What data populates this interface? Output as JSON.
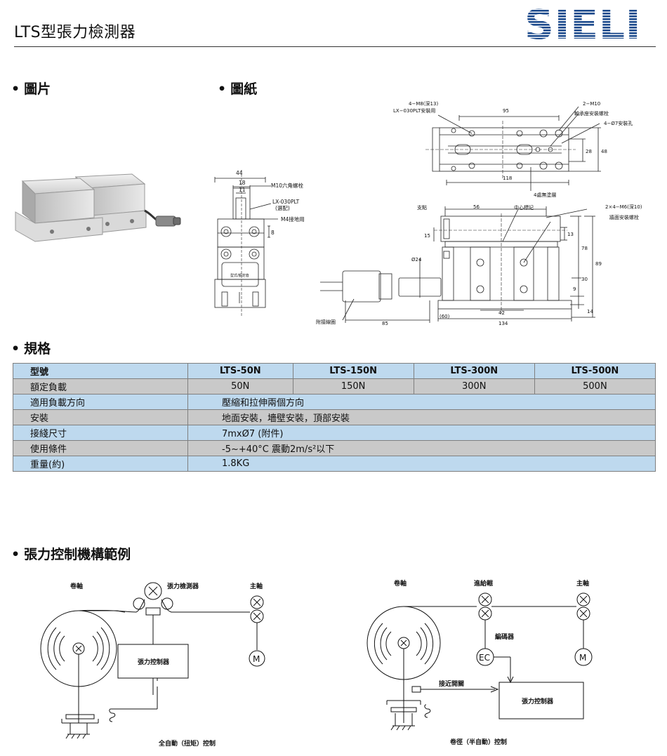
{
  "header": {
    "title": "LTS型張力檢測器",
    "logo_text": "SIELI"
  },
  "sections": {
    "photo": "圖片",
    "drawing": "圖紙",
    "spec": "規格",
    "mechanism": "張力控制機構範例"
  },
  "bullet": "•",
  "drawing_front": {
    "dim_44": "44",
    "dim_18": "18",
    "dim_11": "11",
    "dim_8": "8",
    "m10_bolt": "M10六角螺栓",
    "lx_030plt": "LX-030PLT",
    "lx_note": "(選配)",
    "m4_ground": "M4接地用",
    "plate_label": "型式/額定值",
    "cable_label": "附接線圈"
  },
  "drawing_top": {
    "m8": "4−M8(深13)",
    "lx_mount": "LX−030PLT安裝用",
    "dim_95": "95",
    "m10_2": "2−M10",
    "bearing_bolt": "軸承座安裝螺栓",
    "hole7": "4−Ø7安裝孔",
    "dim_28": "28",
    "dim_48": "48",
    "dim_118": "118",
    "no_coating": "4處無塗層"
  },
  "drawing_side": {
    "fulcrum": "支點",
    "dim_56": "56",
    "center_mark": "中心標記",
    "m6": "2×4−M6(深10)",
    "wall_bolt": "牆面安裝螺栓",
    "dim_15": "15",
    "dim_13": "13",
    "dim_78": "78",
    "dim_89": "89",
    "dim_24": "Ø24",
    "dim_30": "30",
    "dim_9": "9",
    "dim_14": "14",
    "dim_60": "(60)",
    "dim_42": "42",
    "dim_85": "85",
    "dim_134": "134"
  },
  "spec_table": {
    "header": [
      "型號",
      "LTS-50N",
      "LTS-150N",
      "LTS-300N",
      "LTS-500N"
    ],
    "rated_load": {
      "label": "額定負載",
      "values": [
        "50N",
        "150N",
        "300N",
        "500N"
      ]
    },
    "rows": [
      {
        "label": "適用負載方向",
        "value": "壓縮和拉伸兩個方向"
      },
      {
        "label": "安裝",
        "value": "地面安裝，墻壁安裝，頂部安裝"
      },
      {
        "label": "接綫尺寸",
        "value": "7mxØ7 (附件)"
      },
      {
        "label": "使用條件",
        "value": "-5~+40°C 震動2m/s²以下"
      },
      {
        "label": "重量(約)",
        "value": "1.8KG"
      }
    ],
    "colors": {
      "blue": "#bed9ee",
      "grey": "#c9c9c9"
    }
  },
  "diagram_left": {
    "winding_shaft": "卷軸",
    "tension_detector": "張力檢測器",
    "main_shaft": "主軸",
    "controller": "張力控制器",
    "motor": "M",
    "caption": "全自動（扭矩）控制"
  },
  "diagram_right": {
    "winding_shaft": "卷軸",
    "feed_roller": "進給輥",
    "main_shaft": "主軸",
    "encoder": "編碼器",
    "encoder_symbol": "EC",
    "motor": "M",
    "proximity_switch": "接近開關",
    "controller": "張力控制器",
    "caption": "卷徑（半自動）控制"
  },
  "colors": {
    "logo_blue": "#1c4a8c",
    "rule": "#333333"
  }
}
